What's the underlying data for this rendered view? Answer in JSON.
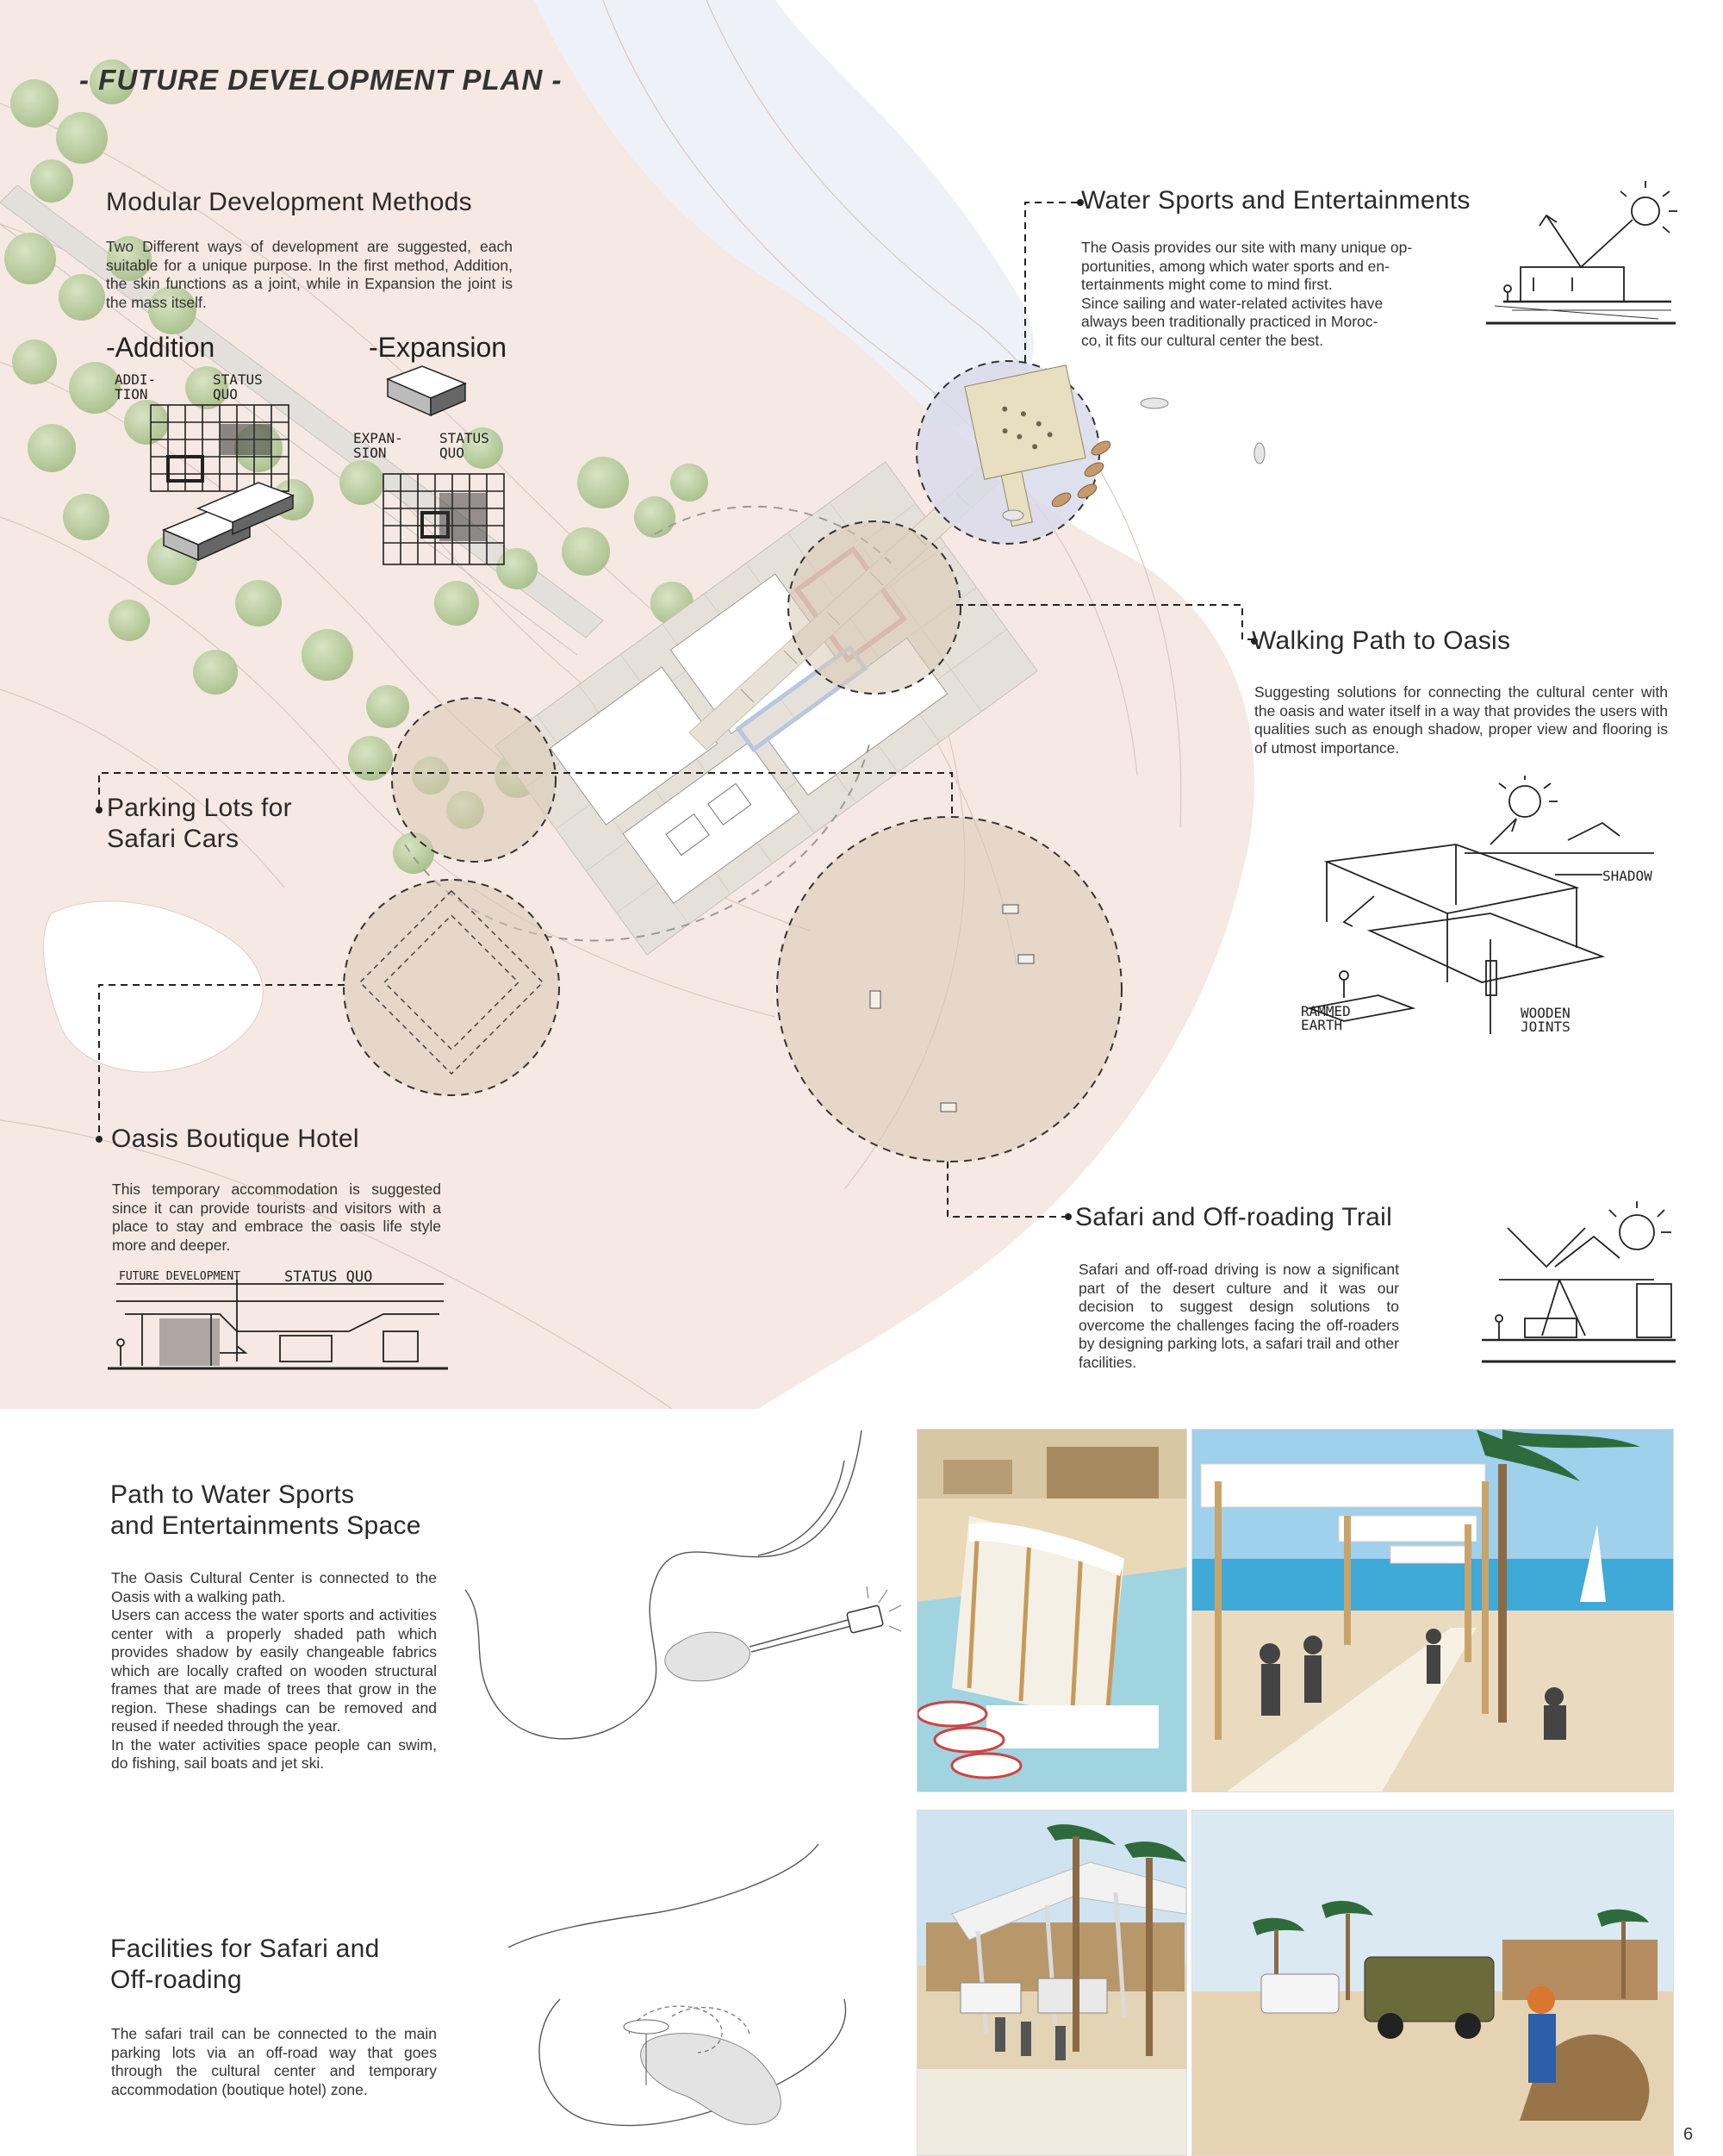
{
  "title": "- FUTURE DEVELOPMENT PLAN -",
  "modular": {
    "heading": "Modular Development Methods",
    "text": "Two Different ways of development are suggested, each suitable for a unique purpose. In the first method, Addition, the skin functions as a joint, while in Expansion the joint is the mass itself.",
    "addition_label": "-Addition",
    "expansion_label": "-Expansion",
    "sketch_addition": [
      "ADDI-",
      "TION"
    ],
    "sketch_status": [
      "STATUS",
      "QUO"
    ],
    "sketch_expansion": [
      "EXPAN-",
      "SION"
    ]
  },
  "water_sports": {
    "heading": "Water Sports and Entertainments",
    "lines": [
      "The Oasis provides our site with many unique op-",
      "portunities, among which water sports and en-",
      "tertainments might come to mind first.",
      "Since sailing and water-related activites have",
      "always been traditionally practiced in Moroc-",
      "co, it fits our cultural center the best."
    ]
  },
  "walking_path": {
    "heading": "Walking Path to Oasis",
    "text": "Suggesting solutions for connecting the cultural center with the oasis and water itself in a way that provides the users with qualities such as enough shadow, proper view and flooring is of utmost importance.",
    "sketch_labels": {
      "shadow": "SHADOW",
      "rammed": [
        "RAMMED",
        "EARTH"
      ],
      "wooden": [
        "WOODEN",
        "JOINTS"
      ]
    }
  },
  "parking": {
    "heading_lines": [
      "Parking Lots for",
      "Safari Cars"
    ]
  },
  "hotel": {
    "heading": "Oasis Boutique Hotel",
    "text": "This temporary accommodation is suggested since it can provide tourists and visitors with a place to stay and embrace the oasis life style more and deeper.",
    "sketch_future": "FUTURE DEVELOPMENT",
    "sketch_status": "STATUS QUO"
  },
  "safari": {
    "heading": "Safari and Off-roading Trail",
    "text": "Safari and off-road driving is now a significant part of the desert culture and it was our decision to suggest design solutions to overcome the challenges facing the off-roaders by designing parking lots, a safari trail and other facilities."
  },
  "path_water": {
    "heading_lines": [
      "Path to Water Sports",
      "and Entertainments Space"
    ],
    "text_lines": [
      "The Oasis Cultural Center is connected to the Oasis with a walking path.",
      "Users can access the water sports and activities center with a properly shaded path which provides shadow by easily changeable fabrics which are locally crafted on wooden structural frames that are made of trees that grow in the region. These shadings can be removed and reused if needed through the year.",
      "In the water activities space people can swim, do fishing, sail boats and jet ski."
    ]
  },
  "facilities": {
    "heading_lines": [
      "Facilities for Safari and",
      "Off-roading"
    ],
    "text": "The safari trail can be connected to the main parking lots via an off-road way that goes through the cultural center and temporary accommodation (boutique hotel) zone."
  },
  "page_number": "6",
  "colors": {
    "land": "#f6e8e2",
    "water": "#eef1f7",
    "circle_fill": "#d8c9b4",
    "water_circle": "#d9dbea",
    "tree": "#b9cc9e",
    "text": "#2b2b2b"
  }
}
